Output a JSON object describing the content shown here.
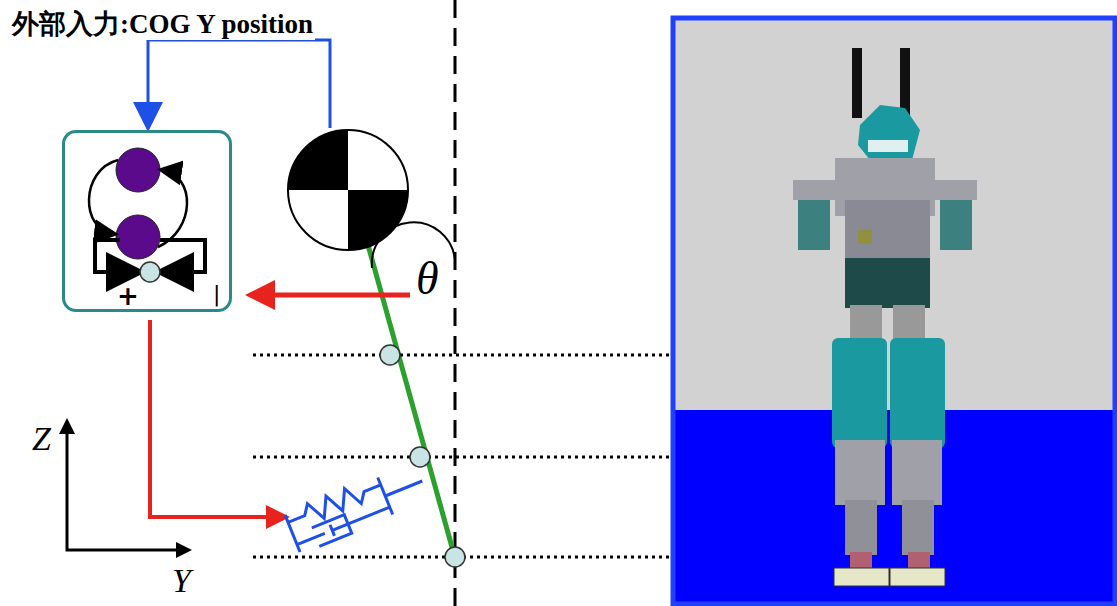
{
  "diagram": {
    "nodes": [
      {
        "text": [
          "+",
          "|"
        ]
      }
    ],
    "labels": [
      "外部入力:COG Y position",
      "θ",
      "Z",
      "Y"
    ]
  }
}
